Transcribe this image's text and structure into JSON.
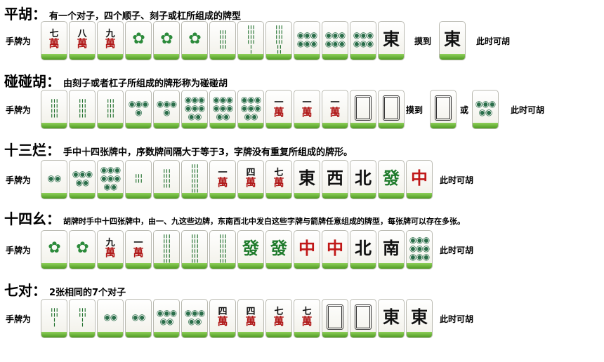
{
  "sections": [
    {
      "title": "平胡：",
      "desc": "有一个对子，四个顺子、刻子或杠所组成的牌型",
      "hand_label": "手牌为",
      "tiles": [
        "char-7",
        "char-8",
        "char-9",
        "bamboo-1",
        "bamboo-1",
        "bamboo-1",
        "bamboo-6",
        "bamboo-7",
        "bamboo-8",
        "circle-6",
        "circle-6",
        "circle-6",
        "east"
      ],
      "draw_label": "摸到",
      "draw_tiles": [
        "east"
      ],
      "result": "此时可胡"
    },
    {
      "title": "碰碰胡：",
      "desc": "由刻子或者杠子所组成的牌形称为碰碰胡",
      "hand_label": "手牌为",
      "tiles": [
        "bamboo-6",
        "bamboo-6",
        "bamboo-6",
        "circle-4",
        "circle-4",
        "circle-8",
        "circle-8",
        "circle-8",
        "char-1",
        "char-1",
        "char-1",
        "white",
        "white"
      ],
      "draw_label": "摸到",
      "draw_tiles": [
        "white"
      ],
      "or_label": "或",
      "alt_tiles": [
        "circle-5"
      ],
      "result": "此时可胡"
    },
    {
      "title": "十三烂：",
      "desc": "手中十四张牌中，序数牌间隔大于等于3，字牌没有重复所组成的牌形。",
      "hand_label": "手牌为",
      "tiles": [
        "circle-2",
        "circle-5",
        "circle-8",
        "bamboo-3",
        "bamboo-6",
        "bamboo-9",
        "char-1",
        "char-4",
        "char-7",
        "east",
        "west",
        "north",
        "green",
        "red"
      ],
      "result": "此时可胡"
    },
    {
      "title": "十四幺：",
      "desc": "胡牌时手中十四张牌中，由一、九这些边牌，东南西北中发白这些字牌与箭牌任意组成的牌型，每张牌可以存在多张。",
      "hand_label": "手牌为",
      "tiles": [
        "bamboo-1",
        "bamboo-1",
        "char-9",
        "char-1",
        "bamboo-9",
        "bamboo-9",
        "bamboo-9",
        "green",
        "green",
        "red",
        "red",
        "north",
        "south",
        "circle-9"
      ],
      "result": "此时可胡"
    },
    {
      "title": "七对：",
      "desc": "2张相同的7个对子",
      "hand_label": "手牌为",
      "tiles": [
        "bamboo-4",
        "bamboo-4",
        "circle-2",
        "circle-2",
        "circle-5",
        "circle-5",
        "char-4",
        "char-4",
        "char-7",
        "char-7",
        "white",
        "white",
        "east",
        "east"
      ],
      "result": "此时可胡"
    }
  ],
  "tile_faces": {
    "char-1": "一",
    "char-4": "四",
    "char-7": "七",
    "char-8": "八",
    "char-9": "九",
    "wan": "萬",
    "east": "東",
    "south": "南",
    "west": "西",
    "north": "北",
    "red": "中",
    "green": "發"
  },
  "colors": {
    "tile_base": "#5fae2e",
    "red_dragon": "#c01818",
    "green_dragon": "#1d7a2a",
    "bamboo": "#1d6e2a"
  }
}
